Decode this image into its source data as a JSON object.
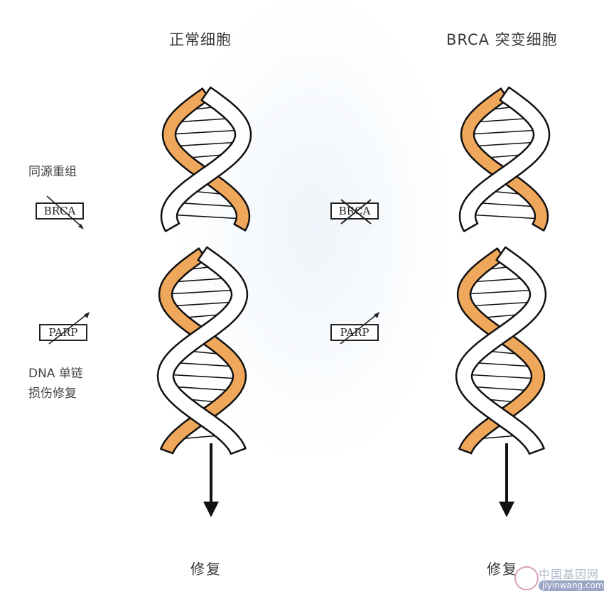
{
  "columns": {
    "normal": {
      "title": "正常细胞",
      "repair_label": "修复"
    },
    "mutant": {
      "title": "BRCA 突变细胞",
      "repair_label": "修复"
    }
  },
  "pathways": {
    "hr": {
      "label": "同源重组",
      "protein": "BRCA"
    },
    "ssb": {
      "label_line1": "DNA 单链",
      "label_line2": "损伤修复",
      "protein": "PARP"
    }
  },
  "mutant_boxes": {
    "brca": "BRCA",
    "parp": "PARP"
  },
  "watermark": {
    "name": "中国基因网",
    "url": "jiyinwang.com"
  },
  "colors": {
    "orange_strand": "#efa75b",
    "outline": "#111111",
    "white_strand": "#ffffff",
    "logo_accent": "#9aa6c6"
  }
}
